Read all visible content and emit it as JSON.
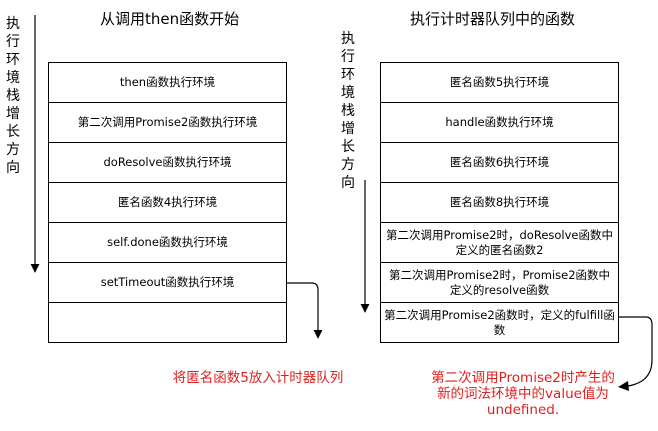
{
  "left": {
    "title": "从调用then函数开始",
    "axis_label": "执行环境栈增长方向",
    "frames": [
      "then函数执行环境",
      "第二次调用Promise2函数执行环境",
      "doResolve函数执行环境",
      "匿名函数4执行环境",
      "self.done函数执行环境",
      "setTimeout函数执行环境",
      ""
    ],
    "note": "将匿名函数5放入计时器队列"
  },
  "right": {
    "title": "执行计时器队列中的函数",
    "axis_label": "执行环境栈增长方向",
    "frames": [
      "匿名函数5执行环境",
      "handle函数执行环境",
      "匿名函数6执行环境",
      "匿名函数8执行环境",
      "第二次调用Promise2时，doResolve函数中定义的匿名函数2",
      "第二次调用Promise2时，Promise2函数中定义的resolve函数",
      "第二次调用Promise2函数时，定义的fulfill函数"
    ],
    "note": "第二次调用Promise2时产生的新的词法环境中的value值为undefined."
  },
  "colors": {
    "note": "#e02020",
    "line": "#000000"
  }
}
